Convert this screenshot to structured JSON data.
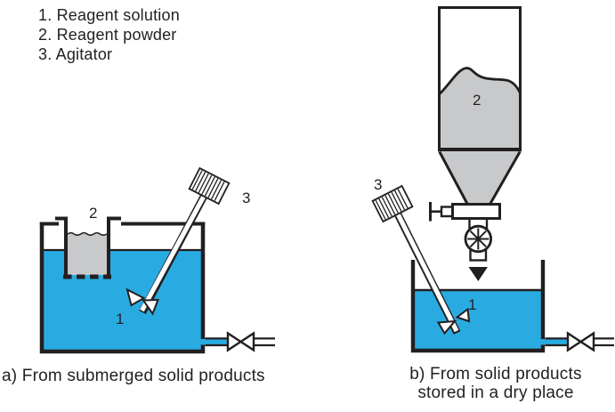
{
  "colors": {
    "liquid": "#29ABE2",
    "powder": "#C8C9CB",
    "line": "#231F20"
  },
  "legend": {
    "items": [
      "1. Reagent solution",
      "2. Reagent powder",
      "3. Agitator"
    ]
  },
  "diagram_a": {
    "caption": "a) From submerged solid products",
    "labels": {
      "solution": "1",
      "powder": "2",
      "agitator": "3"
    }
  },
  "diagram_b": {
    "caption_line1": "b) From solid products",
    "caption_line2": "stored in a dry place",
    "labels": {
      "solution": "1",
      "powder": "2",
      "agitator": "3"
    }
  }
}
